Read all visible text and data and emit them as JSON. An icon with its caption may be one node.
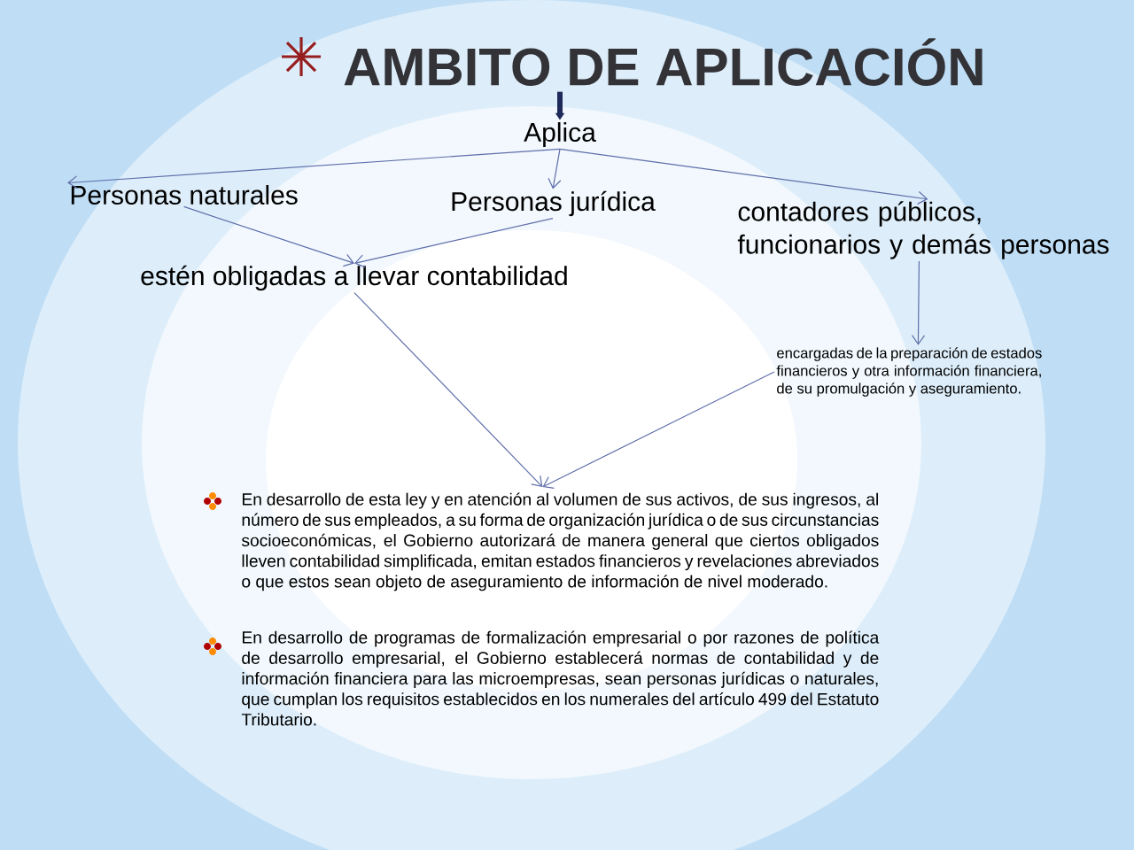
{
  "diagram": {
    "title": "AMBITO DE APLICACIÓN",
    "nodes": [
      {
        "text": [
          "Aplica"
        ]
      },
      {
        "text": [
          "Personas naturales"
        ]
      },
      {
        "text": [
          "Personas jurídica"
        ]
      },
      {
        "text": [
          "contadores públicos, funcionarios y demás personas"
        ]
      },
      {
        "text": [
          "estén obligadas a llevar contabilidad"
        ]
      },
      {
        "text": [
          "encargadas de la preparación de estados financieros y otra información financiera, de su promulgación y aseguramiento."
        ]
      },
      {
        "text": [
          "En desarrollo de esta ley y en atención al volumen de sus activos, de sus ingresos, al número de sus empleados, a su forma de organización jurídica o de sus circunstancias socioeconómicas, el Gobierno autorizará de manera general que ciertos obligados lleven contabilidad simplificada, emitan estados financieros y revelaciones abreviados o que estos sean objeto de aseguramiento de información de nivel moderado.",
          "En desarrollo de programas de formalización empresarial o por razones de política de desarrollo empresarial, el Gobierno establecerá normas de contabilidad y de información financiera para las microempresas, sean personas jurídicas o naturales, que cumplan los requisitos establecidos en los numerales del artículo 499 del Estatuto Tributario."
        ]
      }
    ],
    "edges": [
      {
        "from": null,
        "to": 0,
        "arrow": "to",
        "style": "thick",
        "color": "#1f2a5a"
      },
      {
        "from": 0,
        "to": 1,
        "arrow": "to"
      },
      {
        "from": 0,
        "to": 2,
        "arrow": "to"
      },
      {
        "from": 0,
        "to": 3,
        "arrow": "to"
      },
      {
        "from": 1,
        "to": 4,
        "arrow": "to"
      },
      {
        "from": 2,
        "to": 4,
        "arrow": "to"
      },
      {
        "from": 3,
        "to": 5,
        "arrow": "to"
      },
      {
        "from": 4,
        "to": 6,
        "arrow": "to"
      },
      {
        "from": 5,
        "to": 6,
        "arrow": "to"
      }
    ]
  }
}
